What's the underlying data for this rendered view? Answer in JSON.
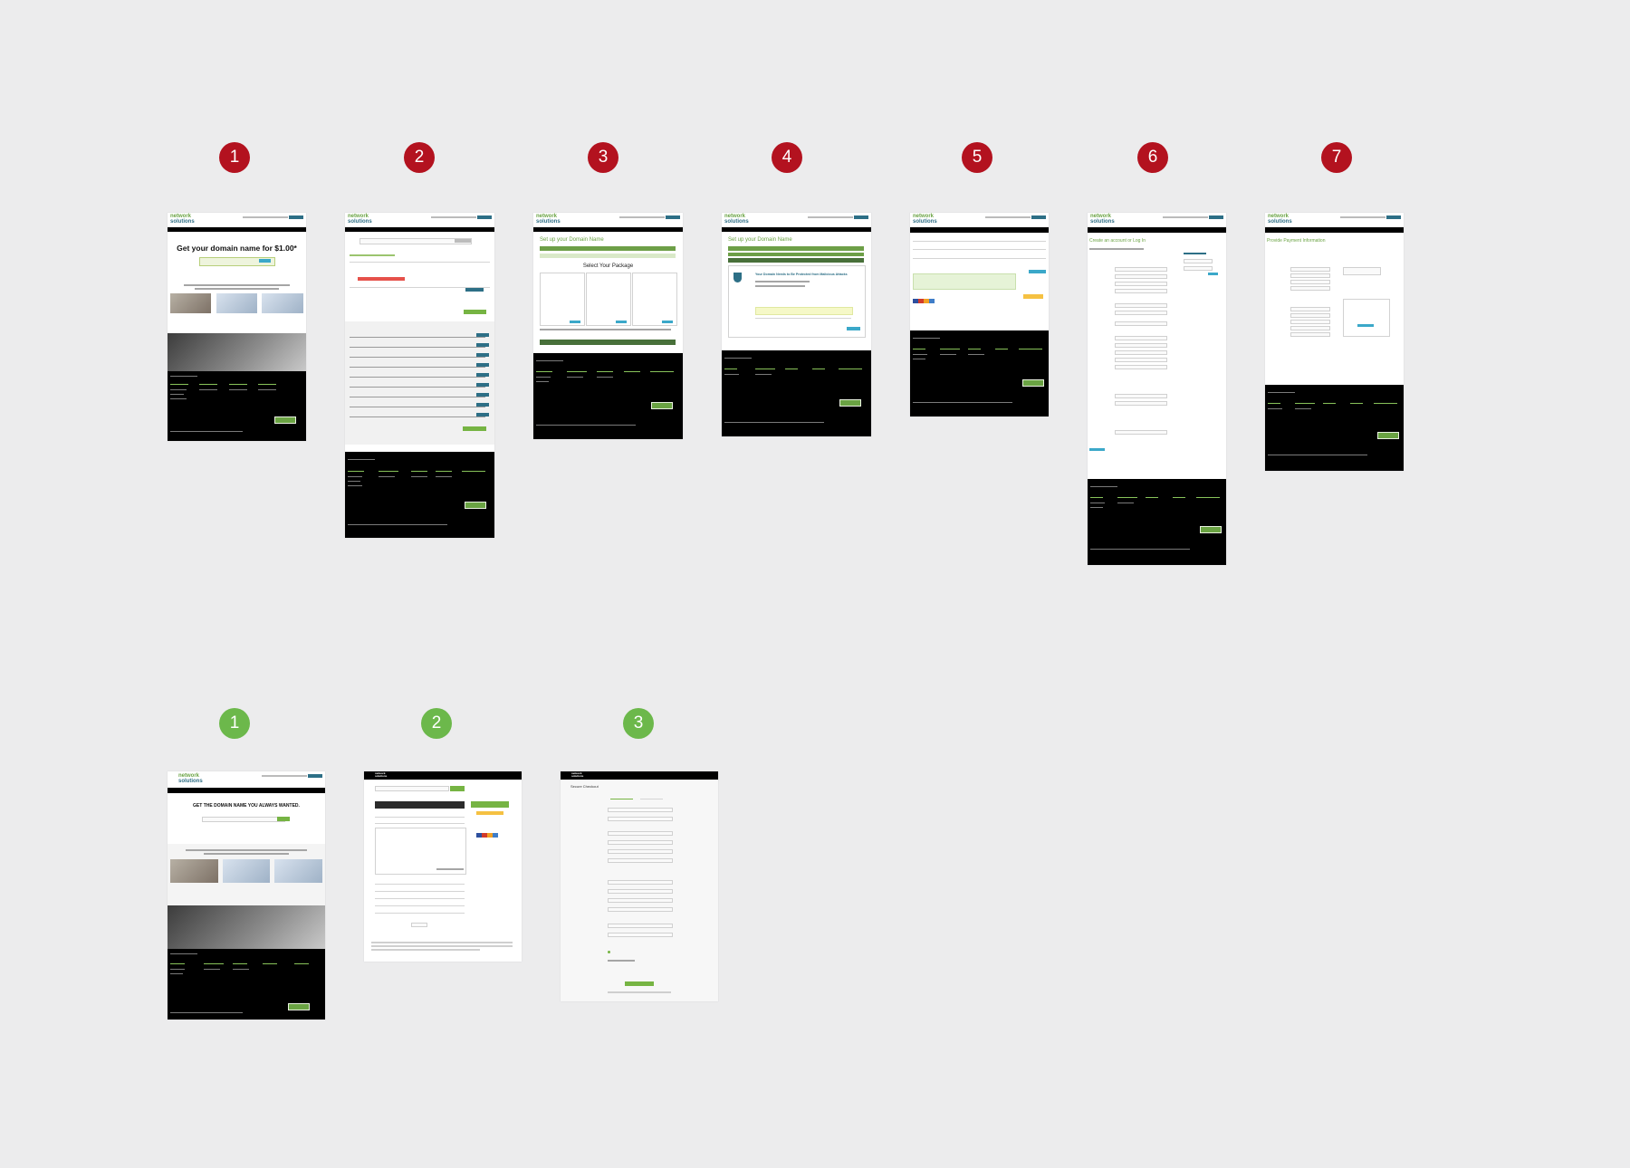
{
  "flow_old": {
    "badges": [
      "1",
      "2",
      "3",
      "4",
      "5",
      "6",
      "7"
    ],
    "badge_color": "#b3121f",
    "screens": [
      {
        "logo_top": "network",
        "logo_bottom": "solutions",
        "hero": "Get your domain name for $1.00*"
      },
      {
        "logo_top": "network",
        "logo_bottom": "solutions"
      },
      {
        "logo_top": "network",
        "logo_bottom": "solutions",
        "title": "Set up your Domain Name",
        "subtitle": "Select Your Package"
      },
      {
        "logo_top": "network",
        "logo_bottom": "solutions",
        "title": "Set up your Domain Name",
        "subtitle": "Your Domain Needs to Be Protected from Malicious Attacks"
      },
      {
        "logo_top": "network",
        "logo_bottom": "solutions"
      },
      {
        "logo_top": "network",
        "logo_bottom": "solutions",
        "title": "Create an account or Log In"
      },
      {
        "logo_top": "network",
        "logo_bottom": "solutions",
        "title": "Provide Payment Information"
      }
    ]
  },
  "flow_new": {
    "badges": [
      "1",
      "2",
      "3"
    ],
    "badge_color": "#6cb84b",
    "screens": [
      {
        "logo_top": "network",
        "logo_bottom": "solutions",
        "hero": "GET THE DOMAIN NAME YOU ALWAYS WANTED."
      },
      {
        "logo_top": "network",
        "logo_bottom": "solutions"
      },
      {
        "logo_top": "network",
        "logo_bottom": "solutions",
        "title": "Secure Checkout"
      }
    ]
  },
  "icons": [
    "circle-number-badge"
  ]
}
